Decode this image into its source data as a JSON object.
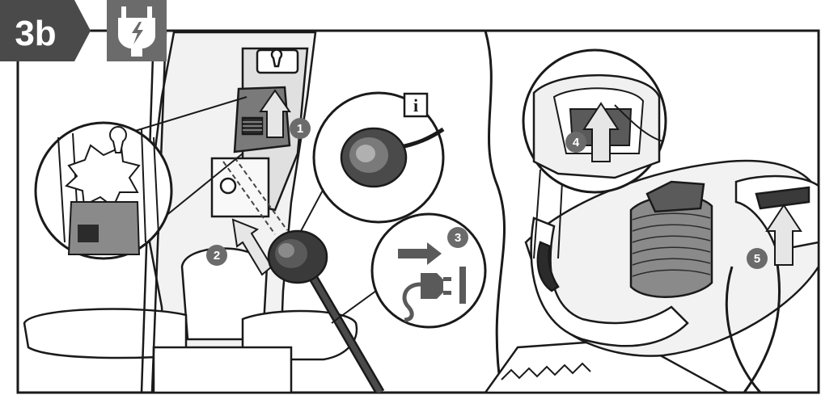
{
  "header": {
    "step_label": "3b",
    "power_icon": "plug-lightning-icon"
  },
  "info": {
    "label": "i",
    "icon": "info-icon"
  },
  "callouts": [
    {
      "number": "1",
      "icon": "arrow-up-icon"
    },
    {
      "number": "2",
      "icon": "arrow-up-left-icon"
    },
    {
      "number": "3",
      "icon": "plug-into-socket-icon"
    },
    {
      "number": "4",
      "icon": "arrow-up-icon"
    },
    {
      "number": "5",
      "icon": "arrow-up-icon"
    }
  ],
  "colors": {
    "header_fill": "#4a4a4a",
    "badge_fill": "#6b6b6b",
    "line": "#1a1a1a",
    "shade": "#9a9a9a",
    "light_shade": "#d6d6d6",
    "arrow_fill": "#e6e6e6"
  }
}
